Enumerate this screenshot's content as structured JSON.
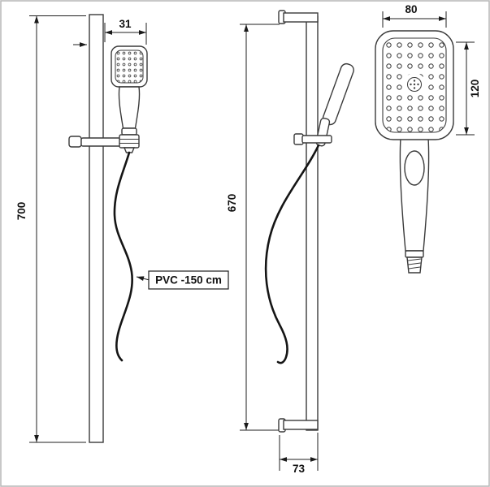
{
  "views": {
    "front": {
      "height": "700",
      "head_width": "31",
      "hose": "PVC -150 cm"
    },
    "side": {
      "height": "670",
      "depth": "73"
    },
    "handset": {
      "width": "80",
      "face_height": "120"
    }
  }
}
